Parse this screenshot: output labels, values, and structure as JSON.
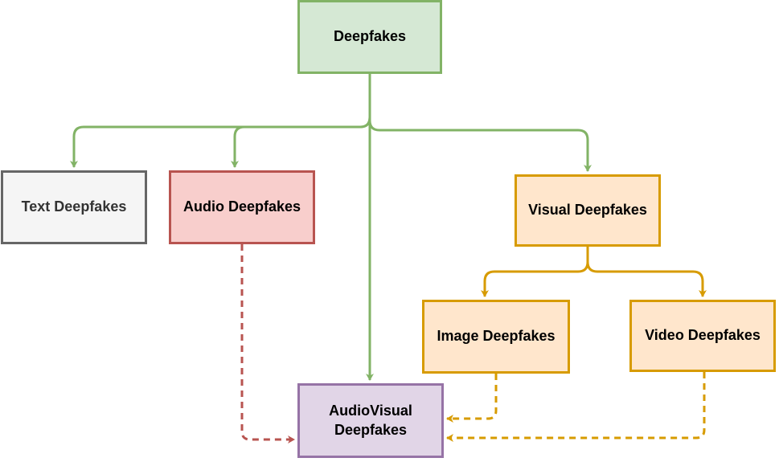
{
  "nodes": {
    "root": {
      "label": "Deepfakes"
    },
    "text": {
      "label": "Text Deepfakes"
    },
    "audio": {
      "label": "Audio Deepfakes"
    },
    "visual": {
      "label": "Visual Deepfakes"
    },
    "image": {
      "label": "Image Deepfakes"
    },
    "video": {
      "label": "Video Deepfakes"
    },
    "audiovisual": {
      "label": "AudioVisual\nDeepfakes"
    }
  },
  "edges": [
    {
      "from": "root",
      "to": "text",
      "style": "solid",
      "color": "#82b366"
    },
    {
      "from": "root",
      "to": "audio",
      "style": "solid",
      "color": "#82b366"
    },
    {
      "from": "root",
      "to": "audiovisual",
      "style": "solid",
      "color": "#82b366"
    },
    {
      "from": "root",
      "to": "visual",
      "style": "solid",
      "color": "#82b366"
    },
    {
      "from": "visual",
      "to": "image",
      "style": "solid",
      "color": "#d79b00"
    },
    {
      "from": "visual",
      "to": "video",
      "style": "solid",
      "color": "#d79b00"
    },
    {
      "from": "audio",
      "to": "audiovisual",
      "style": "dashed",
      "color": "#b85450"
    },
    {
      "from": "image",
      "to": "audiovisual",
      "style": "dashed",
      "color": "#d79b00"
    },
    {
      "from": "video",
      "to": "audiovisual",
      "style": "dashed",
      "color": "#d79b00"
    }
  ]
}
